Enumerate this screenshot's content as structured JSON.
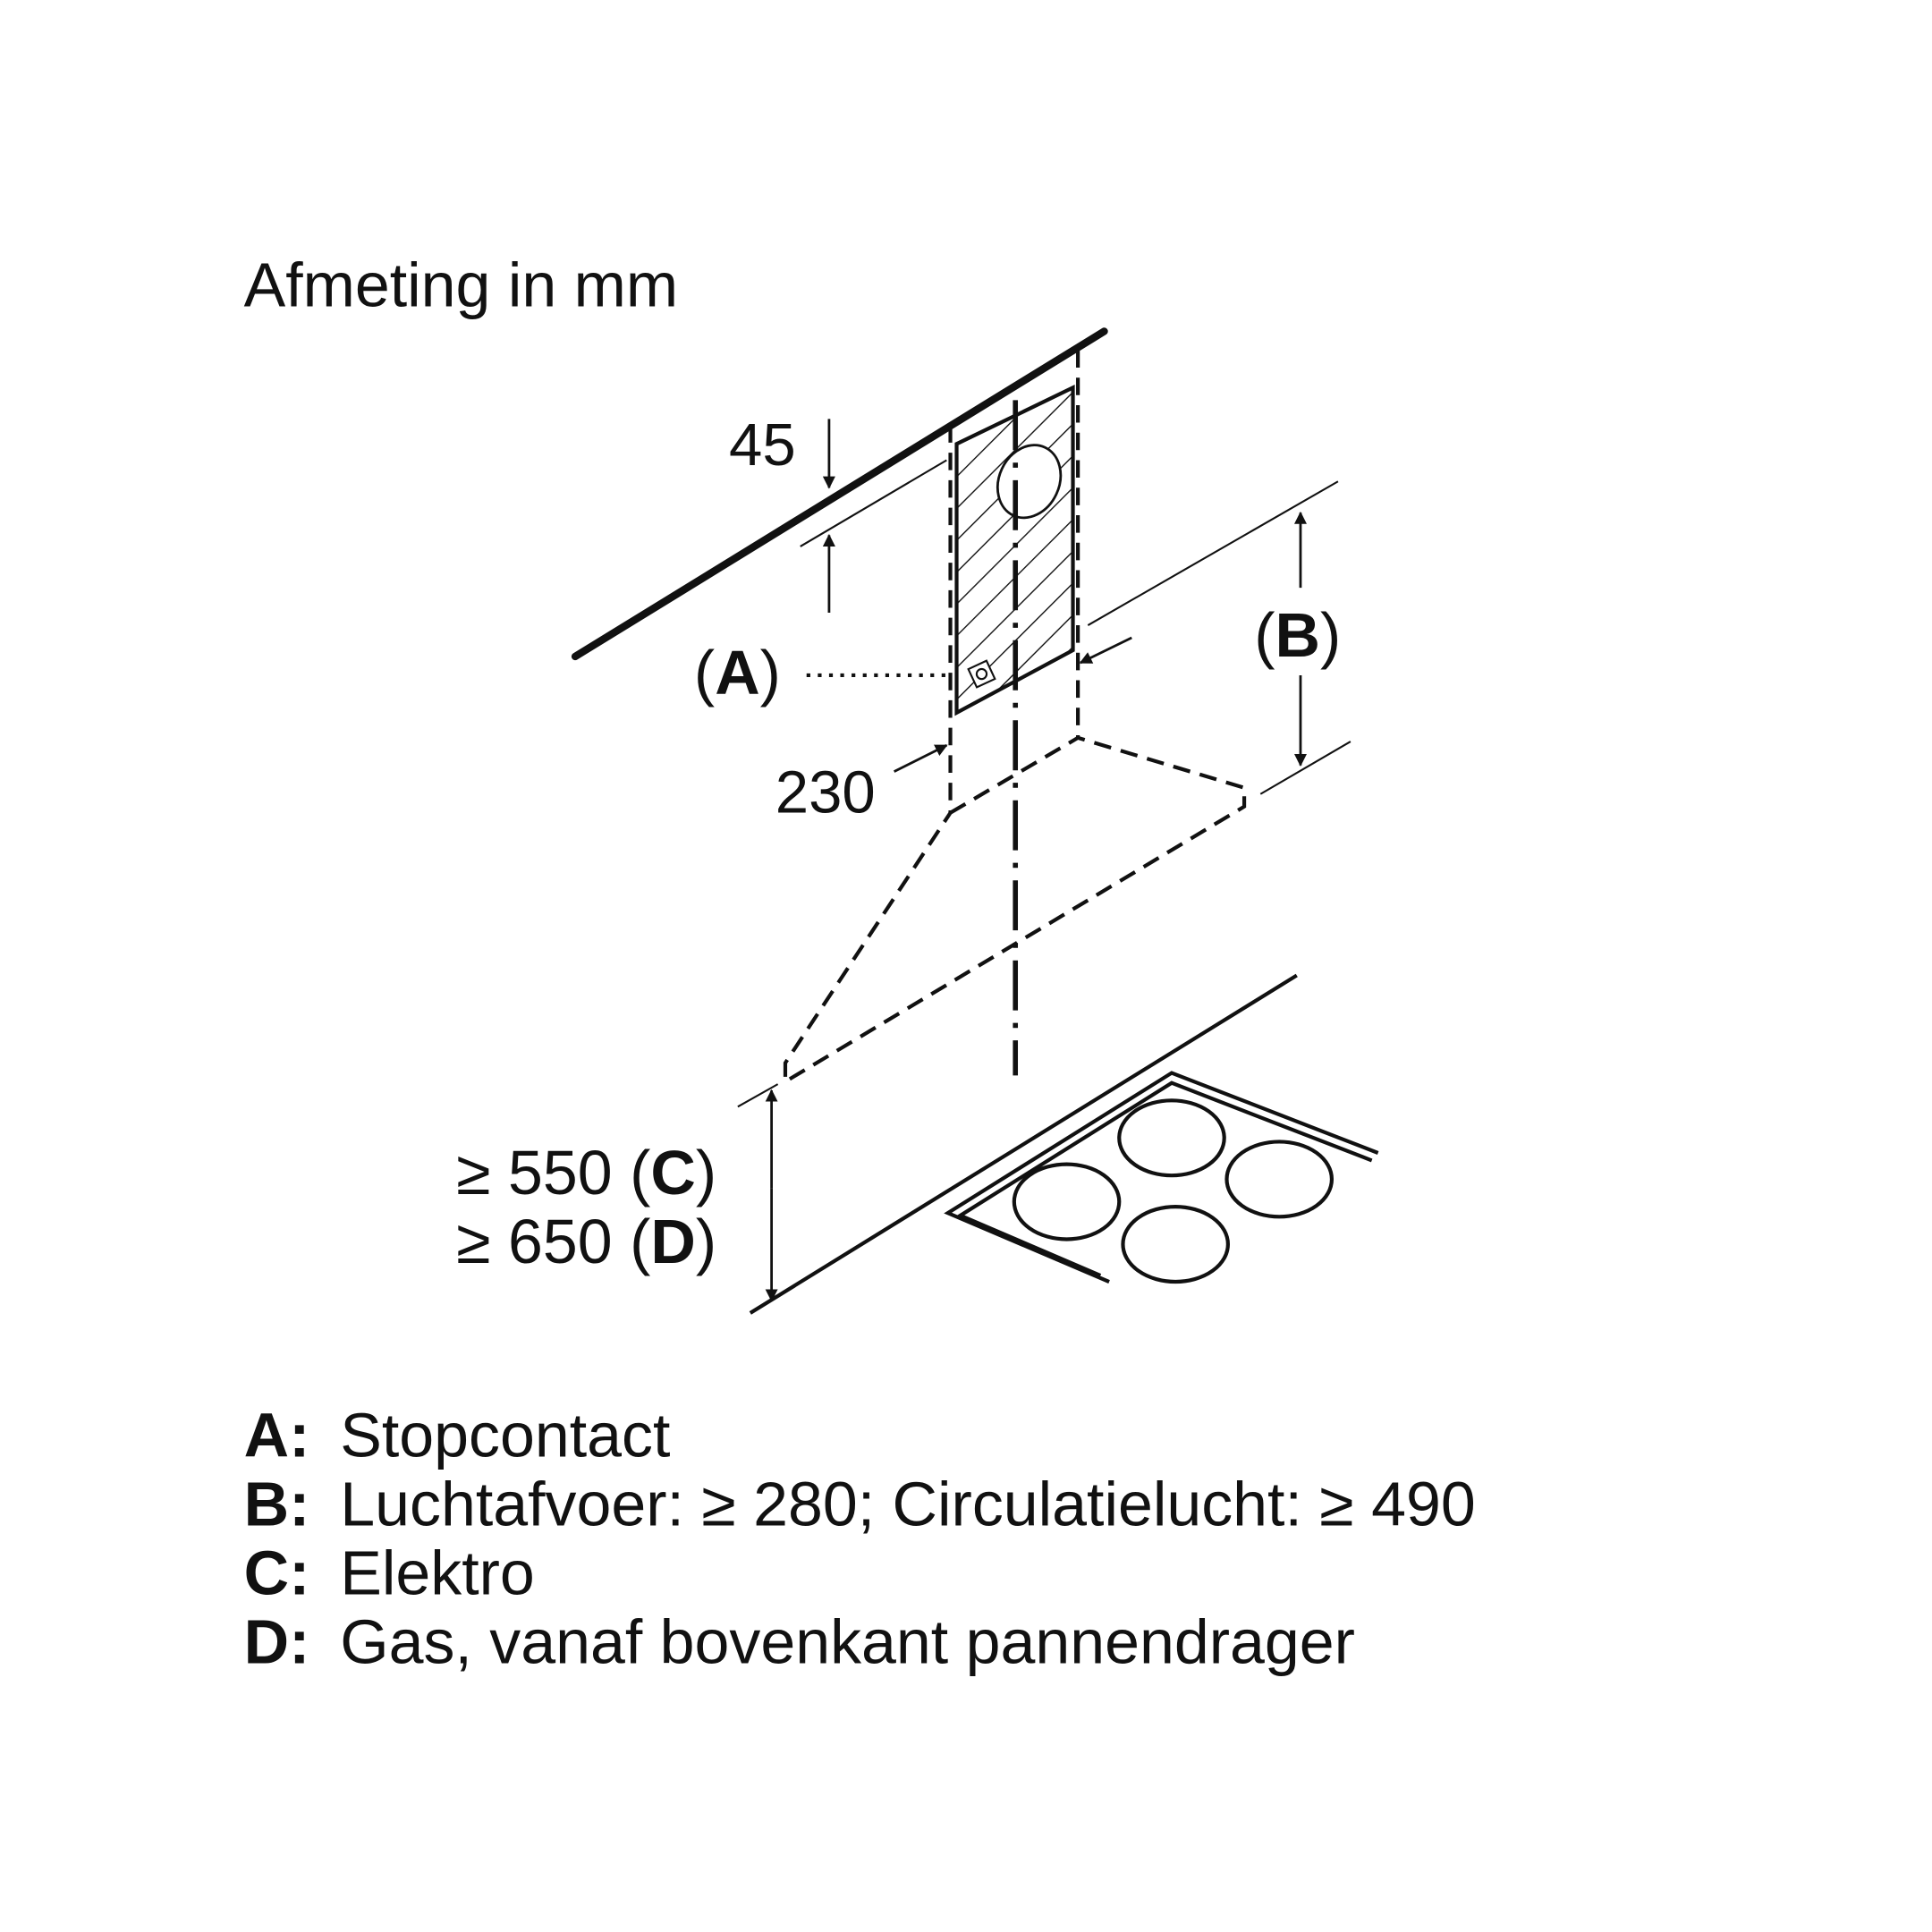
{
  "title": "Afmeting in mm",
  "dimensions": {
    "depth": "45",
    "width": "230",
    "label_a": "A",
    "label_b": "B",
    "min_c_prefix": "≥ 550",
    "label_c": "C",
    "min_d_prefix": "≥ 650",
    "label_d": "D"
  },
  "legend": [
    {
      "key": "A:",
      "text": "Stopcontact"
    },
    {
      "key": "B:",
      "text": "Luchtafvoer: ≥ 280; Circulatielucht: ≥ 490"
    },
    {
      "key": "C:",
      "text": "Elektro"
    },
    {
      "key": "D:",
      "text": "Gas, vanaf bovenkant pannendrager"
    }
  ],
  "colors": {
    "line": "#111111",
    "background": "#ffffff"
  }
}
